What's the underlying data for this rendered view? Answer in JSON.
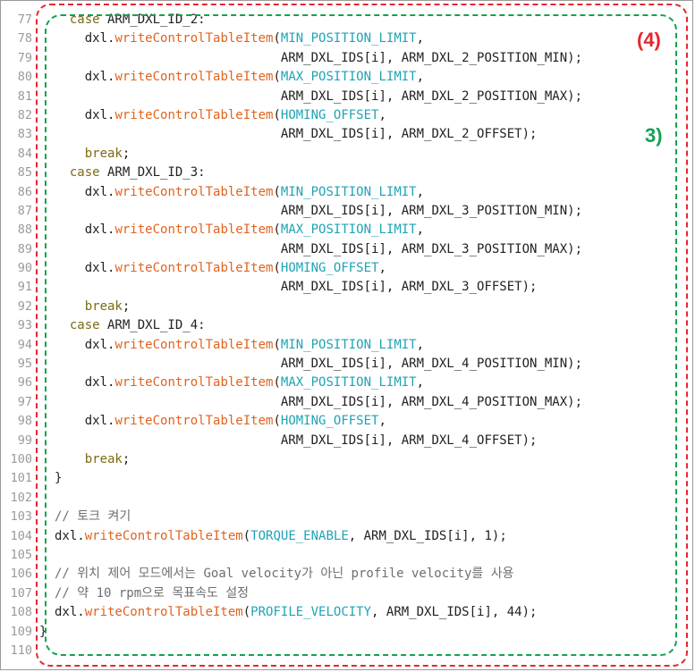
{
  "annotations": {
    "label_4": "(4)",
    "label_3": "3)",
    "colors": {
      "outer_box": "#e8262d",
      "inner_box": "#15a14f"
    }
  },
  "code_lines": [
    {
      "n": "77",
      "indent": "  ",
      "tokens": [
        [
          "kw",
          "case"
        ],
        [
          "tx",
          " ARM_DXL_ID_2:"
        ]
      ]
    },
    {
      "n": "78",
      "indent": "    ",
      "tokens": [
        [
          "tx",
          "dxl."
        ],
        [
          "fn",
          "writeControlTableItem"
        ],
        [
          "tx",
          "("
        ],
        [
          "cn",
          "MIN_POSITION_LIMIT"
        ],
        [
          "tx",
          ","
        ]
      ]
    },
    {
      "n": "79",
      "indent": "                              ",
      "tokens": [
        [
          "tx",
          "ARM_DXL_IDS[i], ARM_DXL_2_POSITION_MIN);"
        ]
      ]
    },
    {
      "n": "80",
      "indent": "    ",
      "tokens": [
        [
          "tx",
          "dxl."
        ],
        [
          "fn",
          "writeControlTableItem"
        ],
        [
          "tx",
          "("
        ],
        [
          "cn",
          "MAX_POSITION_LIMIT"
        ],
        [
          "tx",
          ","
        ]
      ]
    },
    {
      "n": "81",
      "indent": "                              ",
      "tokens": [
        [
          "tx",
          "ARM_DXL_IDS[i], ARM_DXL_2_POSITION_MAX);"
        ]
      ]
    },
    {
      "n": "82",
      "indent": "    ",
      "tokens": [
        [
          "tx",
          "dxl."
        ],
        [
          "fn",
          "writeControlTableItem"
        ],
        [
          "tx",
          "("
        ],
        [
          "cn",
          "HOMING_OFFSET"
        ],
        [
          "tx",
          ","
        ]
      ]
    },
    {
      "n": "83",
      "indent": "                              ",
      "tokens": [
        [
          "tx",
          "ARM_DXL_IDS[i], ARM_DXL_2_OFFSET);"
        ]
      ]
    },
    {
      "n": "84",
      "indent": "    ",
      "tokens": [
        [
          "kw",
          "break"
        ],
        [
          "tx",
          ";"
        ]
      ]
    },
    {
      "n": "85",
      "indent": "  ",
      "tokens": [
        [
          "kw",
          "case"
        ],
        [
          "tx",
          " ARM_DXL_ID_3:"
        ]
      ]
    },
    {
      "n": "86",
      "indent": "    ",
      "tokens": [
        [
          "tx",
          "dxl."
        ],
        [
          "fn",
          "writeControlTableItem"
        ],
        [
          "tx",
          "("
        ],
        [
          "cn",
          "MIN_POSITION_LIMIT"
        ],
        [
          "tx",
          ","
        ]
      ]
    },
    {
      "n": "87",
      "indent": "                              ",
      "tokens": [
        [
          "tx",
          "ARM_DXL_IDS[i], ARM_DXL_3_POSITION_MIN);"
        ]
      ]
    },
    {
      "n": "88",
      "indent": "    ",
      "tokens": [
        [
          "tx",
          "dxl."
        ],
        [
          "fn",
          "writeControlTableItem"
        ],
        [
          "tx",
          "("
        ],
        [
          "cn",
          "MAX_POSITION_LIMIT"
        ],
        [
          "tx",
          ","
        ]
      ]
    },
    {
      "n": "89",
      "indent": "                              ",
      "tokens": [
        [
          "tx",
          "ARM_DXL_IDS[i], ARM_DXL_3_POSITION_MAX);"
        ]
      ]
    },
    {
      "n": "90",
      "indent": "    ",
      "tokens": [
        [
          "tx",
          "dxl."
        ],
        [
          "fn",
          "writeControlTableItem"
        ],
        [
          "tx",
          "("
        ],
        [
          "cn",
          "HOMING_OFFSET"
        ],
        [
          "tx",
          ","
        ]
      ]
    },
    {
      "n": "91",
      "indent": "                              ",
      "tokens": [
        [
          "tx",
          "ARM_DXL_IDS[i], ARM_DXL_3_OFFSET);"
        ]
      ]
    },
    {
      "n": "92",
      "indent": "    ",
      "tokens": [
        [
          "kw",
          "break"
        ],
        [
          "tx",
          ";"
        ]
      ]
    },
    {
      "n": "93",
      "indent": "  ",
      "tokens": [
        [
          "kw",
          "case"
        ],
        [
          "tx",
          " ARM_DXL_ID_4:"
        ]
      ]
    },
    {
      "n": "94",
      "indent": "    ",
      "tokens": [
        [
          "tx",
          "dxl."
        ],
        [
          "fn",
          "writeControlTableItem"
        ],
        [
          "tx",
          "("
        ],
        [
          "cn",
          "MIN_POSITION_LIMIT"
        ],
        [
          "tx",
          ","
        ]
      ]
    },
    {
      "n": "95",
      "indent": "                              ",
      "tokens": [
        [
          "tx",
          "ARM_DXL_IDS[i], ARM_DXL_4_POSITION_MIN);"
        ]
      ]
    },
    {
      "n": "96",
      "indent": "    ",
      "tokens": [
        [
          "tx",
          "dxl."
        ],
        [
          "fn",
          "writeControlTableItem"
        ],
        [
          "tx",
          "("
        ],
        [
          "cn",
          "MAX_POSITION_LIMIT"
        ],
        [
          "tx",
          ","
        ]
      ]
    },
    {
      "n": "97",
      "indent": "                              ",
      "tokens": [
        [
          "tx",
          "ARM_DXL_IDS[i], ARM_DXL_4_POSITION_MAX);"
        ]
      ]
    },
    {
      "n": "98",
      "indent": "    ",
      "tokens": [
        [
          "tx",
          "dxl."
        ],
        [
          "fn",
          "writeControlTableItem"
        ],
        [
          "tx",
          "("
        ],
        [
          "cn",
          "HOMING_OFFSET"
        ],
        [
          "tx",
          ","
        ]
      ]
    },
    {
      "n": "99",
      "indent": "                              ",
      "tokens": [
        [
          "tx",
          "ARM_DXL_IDS[i], ARM_DXL_4_OFFSET);"
        ]
      ]
    },
    {
      "n": "100",
      "indent": "    ",
      "tokens": [
        [
          "kw",
          "break"
        ],
        [
          "tx",
          ";"
        ]
      ]
    },
    {
      "n": "101",
      "indent": "",
      "tokens": [
        [
          "tx",
          "}"
        ]
      ]
    },
    {
      "n": "102",
      "indent": "",
      "tokens": []
    },
    {
      "n": "103",
      "indent": "",
      "tokens": [
        [
          "cm",
          "// 토크 켜기"
        ]
      ]
    },
    {
      "n": "104",
      "indent": "",
      "tokens": [
        [
          "tx",
          "dxl."
        ],
        [
          "fn",
          "writeControlTableItem"
        ],
        [
          "tx",
          "("
        ],
        [
          "cn",
          "TORQUE_ENABLE"
        ],
        [
          "tx",
          ", ARM_DXL_IDS[i], 1);"
        ]
      ]
    },
    {
      "n": "105",
      "indent": "",
      "tokens": []
    },
    {
      "n": "106",
      "indent": "",
      "tokens": [
        [
          "cm",
          "// 위치 제어 모드에서는 Goal velocity가 아닌 profile velocity를 사용"
        ]
      ]
    },
    {
      "n": "107",
      "indent": "",
      "tokens": [
        [
          "cm",
          "// 약 10 rpm으로 목표속도 설정"
        ]
      ]
    },
    {
      "n": "108",
      "indent": "",
      "tokens": [
        [
          "tx",
          "dxl."
        ],
        [
          "fn",
          "writeControlTableItem"
        ],
        [
          "tx",
          "("
        ],
        [
          "cn",
          "PROFILE_VELOCITY"
        ],
        [
          "tx",
          ", ARM_DXL_IDS[i], 44);"
        ]
      ]
    },
    {
      "n": "109",
      "indent": "",
      "tokens": [
        [
          "tx",
          "}"
        ]
      ]
    },
    {
      "n": "110",
      "indent": "",
      "tokens": []
    }
  ]
}
